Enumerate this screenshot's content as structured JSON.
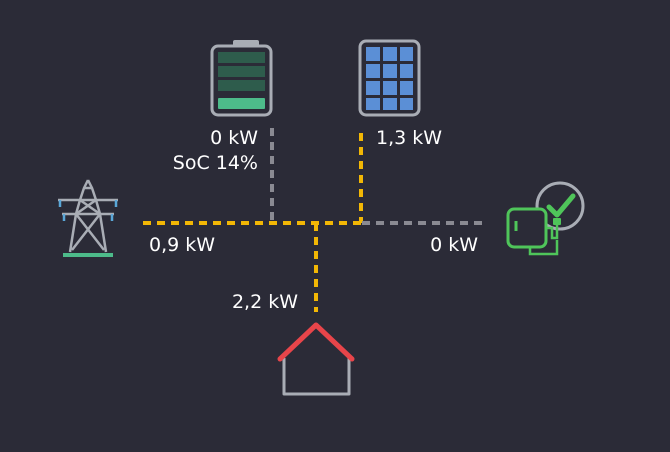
{
  "battery": {
    "power": "0 kW",
    "soc": "SoC 14%",
    "level": 0.14
  },
  "solar": {
    "power": "1,3 kW"
  },
  "grid": {
    "power": "0,9 kW"
  },
  "charger": {
    "power": "0 kW",
    "status": "connected"
  },
  "home": {
    "power": "2,2 kW"
  },
  "colors": {
    "background": "#2b2b37",
    "active_flow": "#f2b705",
    "idle_flow": "#8a8a92",
    "battery_fill": "#4dbb8a",
    "solar_cell": "#5b8fd6",
    "charger": "#4fc55a",
    "home_roof": "#e8454a",
    "icon_outline": "#a9adb5"
  }
}
